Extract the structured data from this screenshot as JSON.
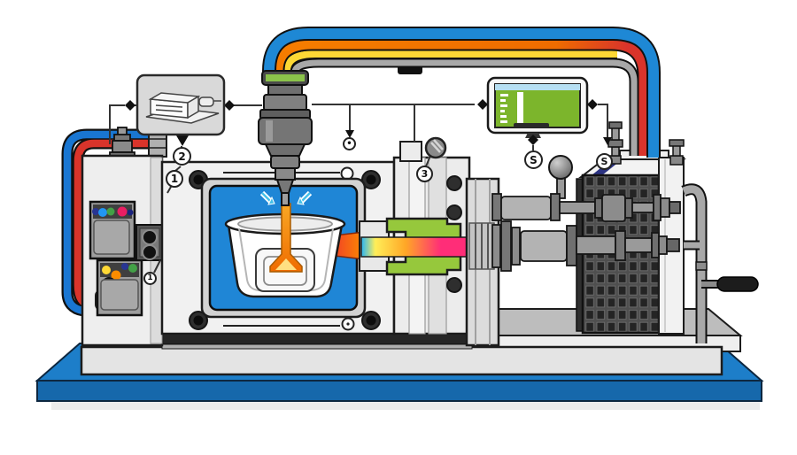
{
  "callouts": {
    "c1": {
      "label": "1"
    },
    "c2": {
      "label": "2"
    },
    "c3": {
      "label": "3"
    },
    "c4": {
      "label": "1"
    },
    "c5": {
      "label": "•"
    },
    "c6": {
      "label": "S"
    },
    "c7": {
      "label": "S"
    }
  },
  "colors": {
    "base-top": "#1d7ec9",
    "base-front": "#1668ab",
    "cavity-blue": "#1f86d6",
    "tube-blue": "#1e88d5",
    "tube-orange": "#f57c00",
    "tube-red": "#d9342b",
    "tube-yellow": "#fdd835",
    "tube-gray": "#a8a8a8",
    "hose-red": "#d9342b",
    "hose-blue": "#1976d2",
    "green-block": "#96c83c",
    "screen-green": "#7cb52c",
    "screen-sky": "#b6dff2",
    "machine-light": "#eeeeee",
    "machine-mid": "#d7d7d7",
    "machine-dark": "#8f8f8f",
    "outline": "#1c1c1c"
  }
}
